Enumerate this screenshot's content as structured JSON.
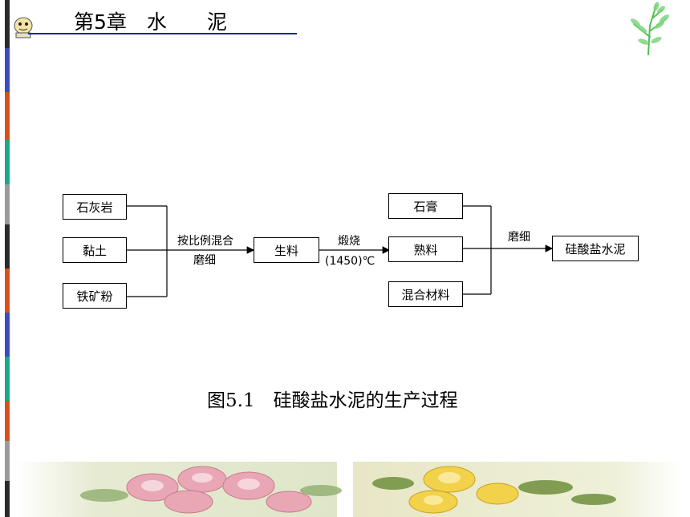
{
  "header": {
    "title": "第5章　水　　泥"
  },
  "diagram": {
    "raw_materials": [
      "石灰岩",
      "黏土",
      "铁矿粉"
    ],
    "step1_label_top": "按比例混合",
    "step1_label_bottom": "磨细",
    "intermediate": "生料",
    "step2_label_top": "煅烧",
    "step2_label_bottom": "(1450)℃",
    "additives": [
      "石膏",
      "熟料",
      "混合材料"
    ],
    "step3_label": "磨细",
    "product": "硅酸盐水泥"
  },
  "caption": "图5.1　硅酸盐水泥的生产过程",
  "colors": {
    "title_underline": "#1e2a8c",
    "left_bar": [
      "#2b2b2b",
      "#3a4bc4",
      "#d8501f",
      "#1aa88a",
      "#9a9a9a"
    ],
    "leaf": "#4fbf4f"
  }
}
